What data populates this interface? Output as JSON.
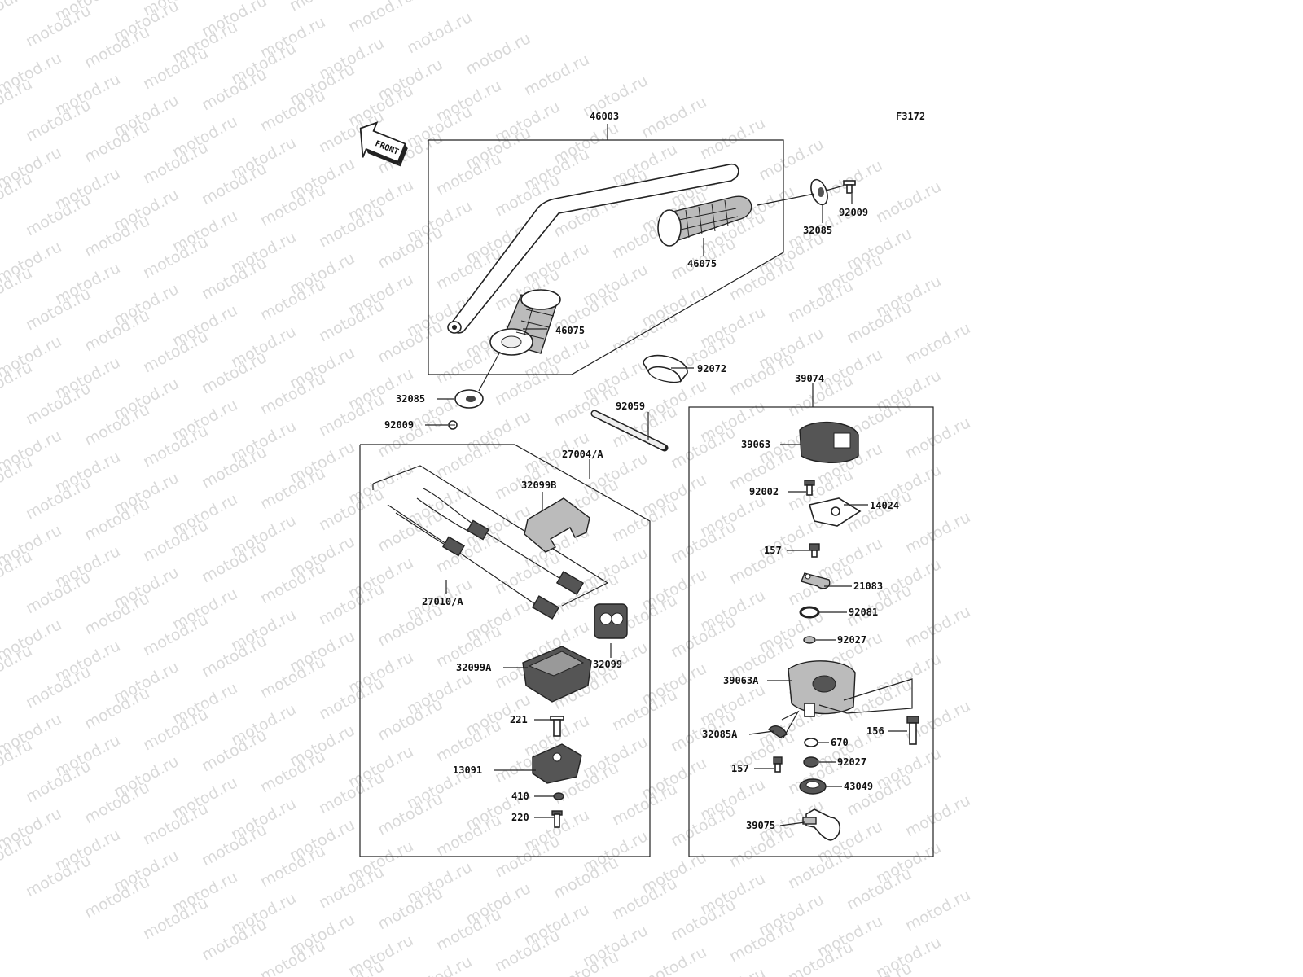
{
  "figure_code": "F3172",
  "watermark": "motod.ru",
  "front_label": "FRONT",
  "groups": [
    {
      "name": "handlebar-group",
      "label": "46003"
    },
    {
      "name": "throttle-group",
      "label": "27004/A"
    },
    {
      "name": "throttle-housing-group",
      "label": "39074"
    }
  ],
  "callouts": [
    {
      "key": "46003",
      "text": "46003"
    },
    {
      "key": "92009_r",
      "text": "92009"
    },
    {
      "key": "32085_r",
      "text": "32085"
    },
    {
      "key": "46075_r",
      "text": "46075"
    },
    {
      "key": "46075_l",
      "text": "46075"
    },
    {
      "key": "92072",
      "text": "92072"
    },
    {
      "key": "39074",
      "text": "39074"
    },
    {
      "key": "32085_l",
      "text": "32085"
    },
    {
      "key": "92059",
      "text": "92059"
    },
    {
      "key": "92009_l",
      "text": "92009"
    },
    {
      "key": "27004",
      "text": "27004/A"
    },
    {
      "key": "32099B",
      "text": "32099B"
    },
    {
      "key": "27010",
      "text": "27010/A"
    },
    {
      "key": "32099",
      "text": "32099"
    },
    {
      "key": "32099A",
      "text": "32099A"
    },
    {
      "key": "221",
      "text": "221"
    },
    {
      "key": "13091",
      "text": "13091"
    },
    {
      "key": "410",
      "text": "410"
    },
    {
      "key": "220",
      "text": "220"
    },
    {
      "key": "39063",
      "text": "39063"
    },
    {
      "key": "92002",
      "text": "92002"
    },
    {
      "key": "14024",
      "text": "14024"
    },
    {
      "key": "157_a",
      "text": "157"
    },
    {
      "key": "21083",
      "text": "21083"
    },
    {
      "key": "92081",
      "text": "92081"
    },
    {
      "key": "92027_a",
      "text": "92027"
    },
    {
      "key": "39063A",
      "text": "39063A"
    },
    {
      "key": "156",
      "text": "156"
    },
    {
      "key": "32085A",
      "text": "32085A"
    },
    {
      "key": "670",
      "text": "670"
    },
    {
      "key": "157_b",
      "text": "157"
    },
    {
      "key": "92027_b",
      "text": "92027"
    },
    {
      "key": "43049",
      "text": "43049"
    },
    {
      "key": "39075",
      "text": "39075"
    }
  ]
}
